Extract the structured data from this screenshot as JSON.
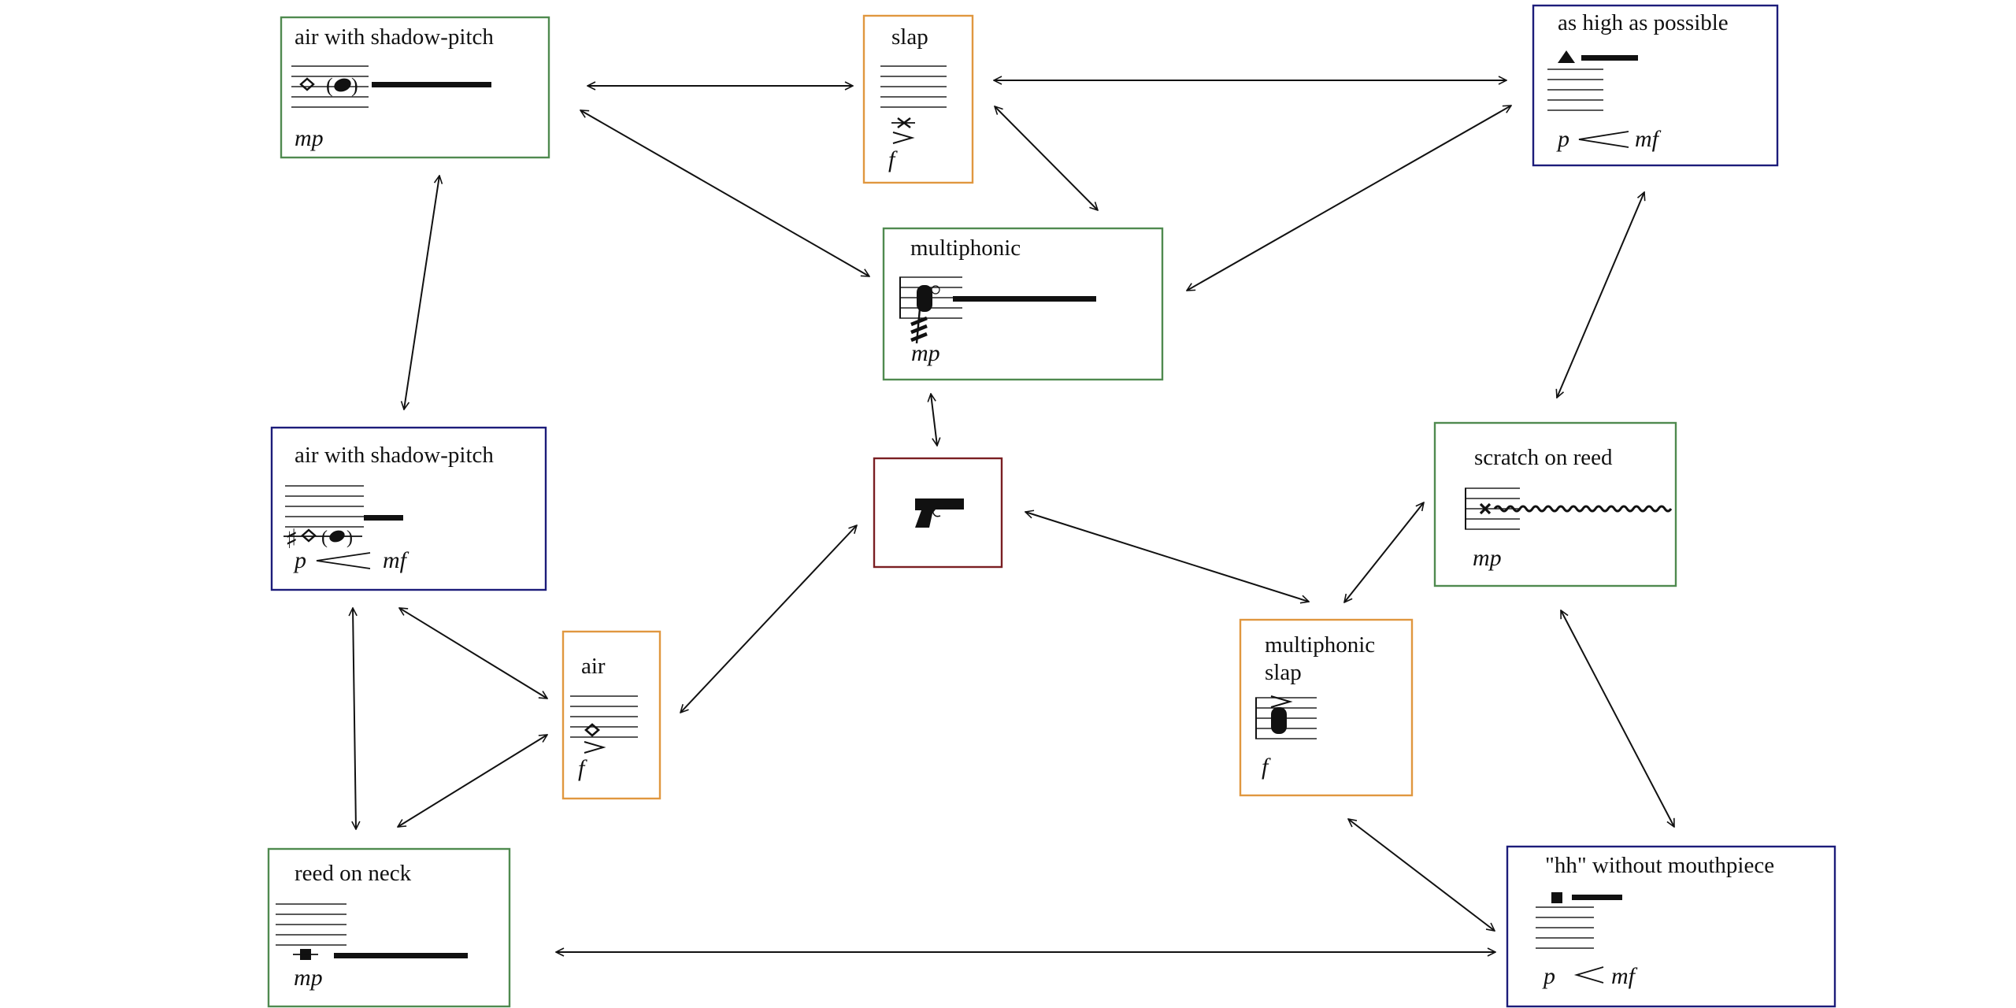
{
  "colors": {
    "green": "#4f8a4f",
    "orange": "#e0973f",
    "navy": "#1c1c7a",
    "maroon": "#7a1f23",
    "ink": "#111111"
  },
  "nodes": {
    "air_shadow_top": {
      "title": "air with shadow-pitch",
      "dynamic": "mp",
      "border": "green"
    },
    "slap": {
      "title": "slap",
      "dynamic": "f",
      "border": "orange"
    },
    "as_high": {
      "title": "as high as possible",
      "dynamic_start": "p",
      "dynamic_end": "mf",
      "border": "navy"
    },
    "multiphonic": {
      "title": "multiphonic",
      "dynamic": "mp",
      "border": "green"
    },
    "air_shadow_mid": {
      "title": "air with shadow-pitch",
      "dynamic_start": "p",
      "dynamic_end": "mf",
      "border": "navy"
    },
    "gun": {
      "title": "",
      "icon": "pistol-icon",
      "border": "maroon"
    },
    "scratch": {
      "title": "scratch on reed",
      "dynamic": "mp",
      "border": "green"
    },
    "air": {
      "title": "air",
      "dynamic": "f",
      "border": "orange"
    },
    "multiphonic_slap": {
      "title_line1": "multiphonic",
      "title_line2": "slap",
      "dynamic": "f",
      "border": "orange"
    },
    "reed_neck": {
      "title": "reed on neck",
      "dynamic": "mp",
      "border": "green"
    },
    "hh": {
      "title": "\"hh\" without mouthpiece",
      "dynamic_start": "p",
      "dynamic_end": "mf",
      "border": "navy"
    }
  },
  "connections": [
    {
      "from": "air_shadow_top",
      "to": "slap"
    },
    {
      "from": "slap",
      "to": "as_high"
    },
    {
      "from": "air_shadow_top",
      "to": "multiphonic"
    },
    {
      "from": "slap",
      "to": "multiphonic"
    },
    {
      "from": "multiphonic",
      "to": "as_high"
    },
    {
      "from": "air_shadow_top",
      "to": "air_shadow_mid"
    },
    {
      "from": "multiphonic",
      "to": "gun"
    },
    {
      "from": "as_high",
      "to": "scratch"
    },
    {
      "from": "air_shadow_mid",
      "to": "air"
    },
    {
      "from": "air_shadow_mid",
      "to": "reed_neck"
    },
    {
      "from": "air",
      "to": "reed_neck"
    },
    {
      "from": "air",
      "to": "gun"
    },
    {
      "from": "gun",
      "to": "multiphonic_slap"
    },
    {
      "from": "scratch",
      "to": "multiphonic_slap"
    },
    {
      "from": "scratch",
      "to": "hh"
    },
    {
      "from": "multiphonic_slap",
      "to": "hh"
    },
    {
      "from": "reed_neck",
      "to": "hh"
    }
  ]
}
